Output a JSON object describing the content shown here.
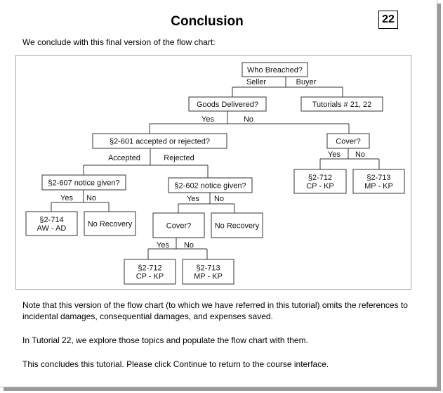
{
  "page": {
    "title": "Conclusion",
    "number": "22",
    "intro": "We conclude with this final version of the flow chart:"
  },
  "flowchart": {
    "nodes": {
      "who_breached": [
        "Who Breached?"
      ],
      "tutorials": [
        "Tutorials # 21, 22"
      ],
      "goods_delivered": [
        "Goods Delivered?"
      ],
      "s2601": [
        "§2-601 accepted or rejected?"
      ],
      "cover_right": [
        "Cover?"
      ],
      "s2712_right": [
        "§2-712",
        "CP  -  KP"
      ],
      "s2713_right": [
        "§2-713",
        "MP - KP"
      ],
      "s2607": [
        "§2-607 notice given?"
      ],
      "s2602": [
        "§2-602 notice given?"
      ],
      "s2714": [
        "§2-714",
        "AW  -  AD"
      ],
      "no_recovery_1": [
        "No Recovery"
      ],
      "cover_mid": [
        "Cover?"
      ],
      "no_recovery_2": [
        "No Recovery"
      ],
      "s2712_bottom": [
        "§2-712",
        "CP  -  KP"
      ],
      "s2713_bottom": [
        "§2-713",
        "MP - KP"
      ]
    },
    "branches": {
      "seller": "Seller",
      "buyer": "Buyer",
      "yes_goods": "Yes",
      "no_goods": "No",
      "accepted": "Accepted",
      "rejected": "Rejected",
      "yes_cover_right": "Yes",
      "no_cover_right": "No",
      "yes_2607": "Yes",
      "no_2607": "No",
      "yes_2602": "Yes",
      "no_2602": "No",
      "yes_cover_mid": "Yes",
      "no_cover_mid": "No"
    }
  },
  "paragraphs": {
    "p1": "Note that this version of the flow chart (to which we have referred in this tutorial) omits the references to incidental damages, consequential damages, and expenses saved.",
    "p2": "In Tutorial 22, we explore those topics and populate the flow chart with them.",
    "p3": "This concludes this tutorial. Please click Continue to return to the course interface."
  }
}
